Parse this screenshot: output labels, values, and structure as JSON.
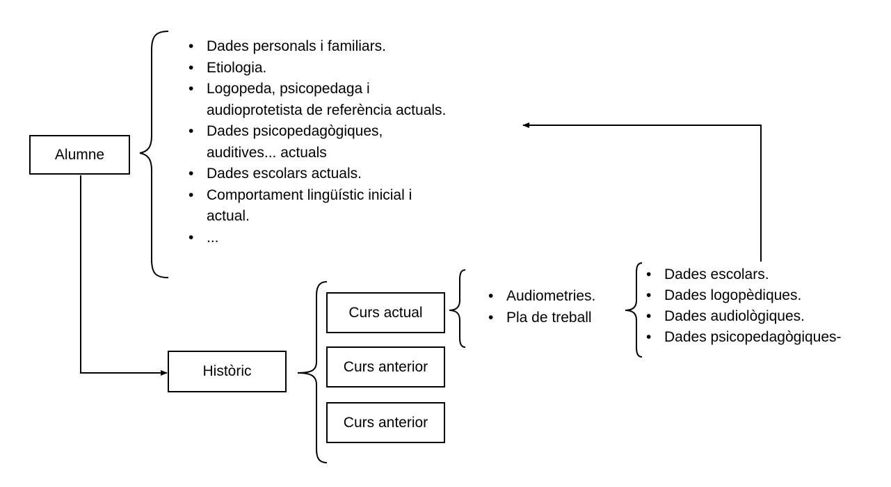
{
  "nodes": {
    "alumne": "Alumne",
    "historic": "Històric",
    "curs_actual": "Curs actual",
    "curs_anterior_1": "Curs anterior",
    "curs_anterior_2": "Curs anterior"
  },
  "alumne_items": [
    "Dades personals i familiars.",
    "Etiologia.",
    "Logopeda, psicopedaga i audioprotetista de referència actuals.",
    "Dades psicopedagògiques, auditives... actuals",
    "Dades escolars actuals.",
    "Comportament lingüístic inicial i actual.",
    "..."
  ],
  "curs_actual_items": [
    "Audiometries.",
    "Pla de treball"
  ],
  "pla_treball_items": [
    "Dades escolars.",
    "Dades logopèdiques.",
    "Dades audiològiques.",
    "Dades psicopedagògiques-"
  ],
  "colors": {
    "stroke": "#000000",
    "background": "#ffffff"
  }
}
